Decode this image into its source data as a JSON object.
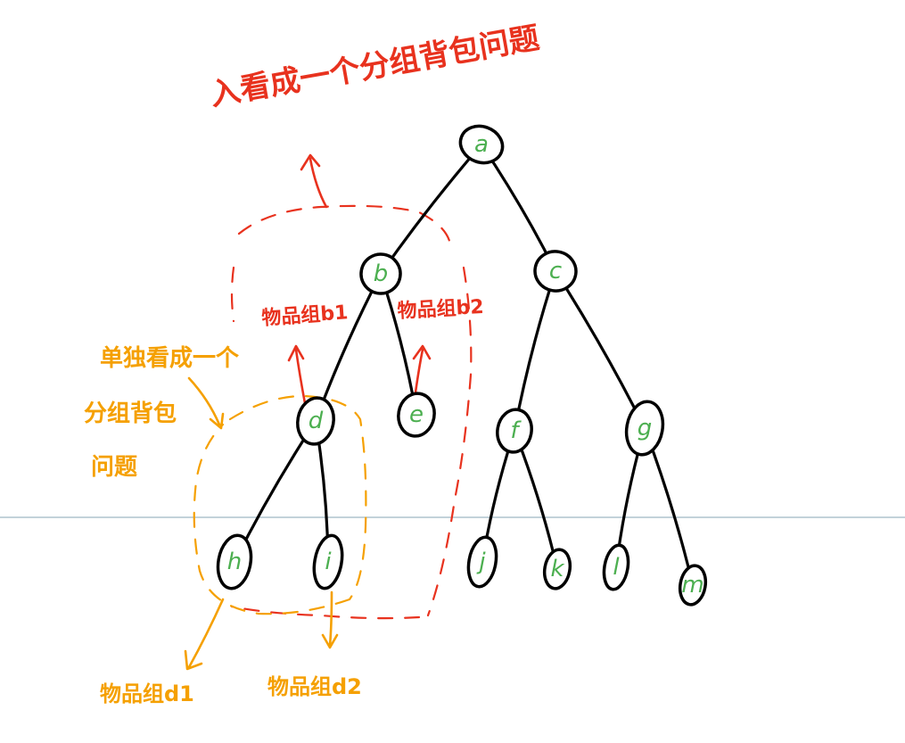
{
  "nodes": [
    {
      "id": "a",
      "label": "a"
    },
    {
      "id": "b",
      "label": "b"
    },
    {
      "id": "c",
      "label": "c"
    },
    {
      "id": "d",
      "label": "d"
    },
    {
      "id": "e",
      "label": "e"
    },
    {
      "id": "f",
      "label": "f"
    },
    {
      "id": "g",
      "label": "g"
    },
    {
      "id": "h",
      "label": "h"
    },
    {
      "id": "i",
      "label": "i"
    },
    {
      "id": "j",
      "label": "j"
    },
    {
      "id": "k",
      "label": "k"
    },
    {
      "id": "l",
      "label": "l"
    },
    {
      "id": "m",
      "label": "m"
    }
  ],
  "edges": [
    [
      "a",
      "b"
    ],
    [
      "a",
      "c"
    ],
    [
      "b",
      "d"
    ],
    [
      "b",
      "e"
    ],
    [
      "c",
      "f"
    ],
    [
      "c",
      "g"
    ],
    [
      "d",
      "h"
    ],
    [
      "d",
      "i"
    ],
    [
      "f",
      "j"
    ],
    [
      "f",
      "k"
    ],
    [
      "g",
      "l"
    ],
    [
      "g",
      "m"
    ]
  ],
  "annotations": {
    "top_title": "入看成一个分组背包问题",
    "label_b1": "物品组b1",
    "label_b2": "物品组b2",
    "side_note_line1": "单独看成一个",
    "side_note_line2": "分组背包",
    "side_note_line3": "问题",
    "label_d1": "物品组d1",
    "label_d2": "物品组d2"
  },
  "colors": {
    "red": "#e8321e",
    "orange": "#f5a000",
    "node_label": "#4caf50",
    "edge": "#000000"
  }
}
